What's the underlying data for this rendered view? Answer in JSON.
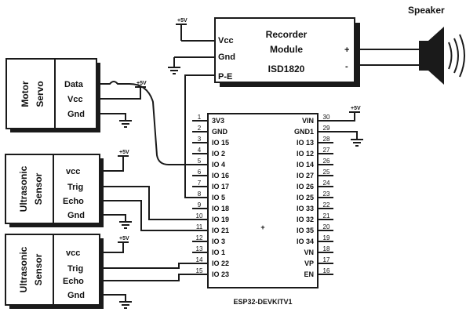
{
  "speaker": {
    "label": "Speaker"
  },
  "recorder": {
    "title_line1": "Recorder",
    "title_line2": "Module",
    "title_line3": "ISD1820",
    "pins": [
      "Vcc",
      "Gnd",
      "P-E"
    ],
    "out_plus": "+",
    "out_minus": "-"
  },
  "servo": {
    "name_line1": "Motor",
    "name_line2": "Servo",
    "pins": [
      "Data",
      "Vcc",
      "Gnd"
    ]
  },
  "sensor1": {
    "name_line1": "Ultrasonic",
    "name_line2": "Sensor",
    "pins": [
      "vcc",
      "Trig",
      "Echo",
      "Gnd"
    ]
  },
  "sensor2": {
    "name_line1": "Ultrasonic",
    "name_line2": "Sensor",
    "pins": [
      "vcc",
      "Trig",
      "Echo",
      "Gnd"
    ]
  },
  "esp32": {
    "label": "ESP32-DEVKITV1",
    "left_pins": [
      "3V3",
      "GND",
      "IO 15",
      "IO 2",
      "IO 4",
      "IO 16",
      "IO 17",
      "IO 5",
      "IO 18",
      "IO 19",
      "IO 21",
      "IO 3",
      "IO 1",
      "IO 22",
      "IO 23"
    ],
    "left_numbers": [
      "1",
      "2",
      "3",
      "4",
      "5",
      "6",
      "7",
      "8",
      "9",
      "10",
      "11",
      "12",
      "13",
      "14",
      "15"
    ],
    "right_pins": [
      "VIN",
      "GND1",
      "IO 13",
      "IO 12",
      "IO 14",
      "IO 27",
      "IO 26",
      "IO 25",
      "IO 33",
      "IO 32",
      "IO 35",
      "IO 34",
      "VN",
      "VP",
      "EN"
    ],
    "right_numbers": [
      "30",
      "29",
      "28",
      "27",
      "26",
      "25",
      "24",
      "23",
      "22",
      "21",
      "20",
      "19",
      "18",
      "17",
      "16"
    ],
    "center_mark": "+"
  },
  "supply": {
    "label": "+5V"
  }
}
